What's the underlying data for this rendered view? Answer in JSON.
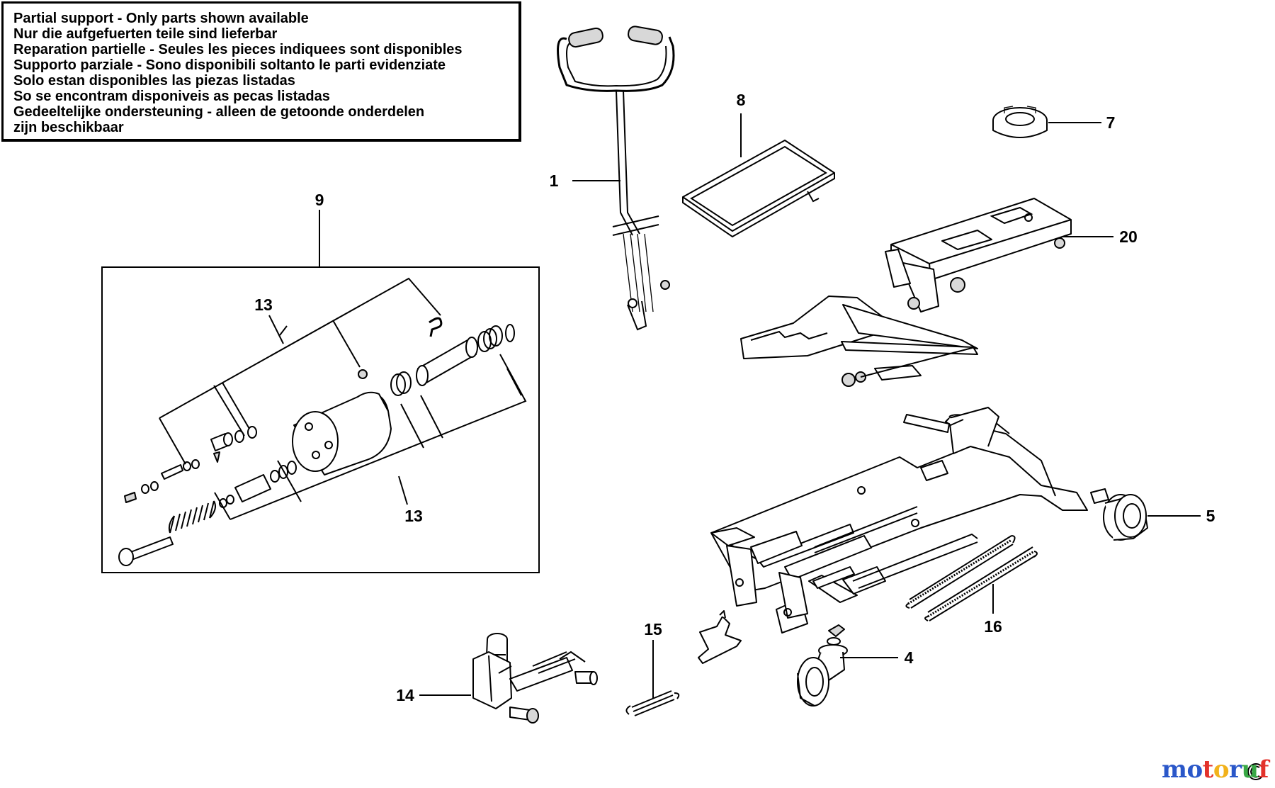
{
  "notice": {
    "lines": [
      "Partial support - Only parts shown available",
      "Nur die aufgefuerten teile sind lieferbar",
      "Reparation partielle - Seules les pieces indiquees sont disponibles",
      "Supporto parziale - Sono disponibili soltanto le parti evidenziate",
      "Solo estan disponibles las piezas listadas",
      "So se encontram disponiveis as pecas listadas",
      "Gedeeltelijke ondersteuning - alleen de getoonde onderdelen",
      "zijn beschikbaar"
    ]
  },
  "callouts": {
    "c1": "1",
    "c4": "4",
    "c5": "5",
    "c7": "7",
    "c8": "8",
    "c9": "9",
    "c13a": "13",
    "c13b": "13",
    "c14": "14",
    "c15": "15",
    "c16": "16",
    "c20": "20"
  },
  "watermark": {
    "letters": [
      "m",
      "o",
      "t",
      "o",
      "r",
      "u",
      "f"
    ],
    "colors": [
      "#2a57c9",
      "#2a57c9",
      "#e3322b",
      "#f2b21b",
      "#2a57c9",
      "#38a845",
      "#e3322b"
    ]
  }
}
